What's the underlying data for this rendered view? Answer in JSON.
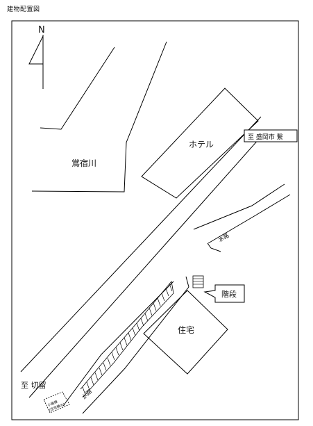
{
  "title": "建物配置図",
  "north": "N",
  "labels": {
    "river": "鴬宿川",
    "hotel": "ホテル",
    "house": "住宅",
    "to_morioka": "至 盛岡市 繋",
    "to_kirido": "至 切留",
    "stairs": "階段",
    "waterway_upper": "水路",
    "waterway_lower": "水路",
    "small_building_line1": "小屋棟",
    "small_building_line2": "(住宅棟の)"
  }
}
